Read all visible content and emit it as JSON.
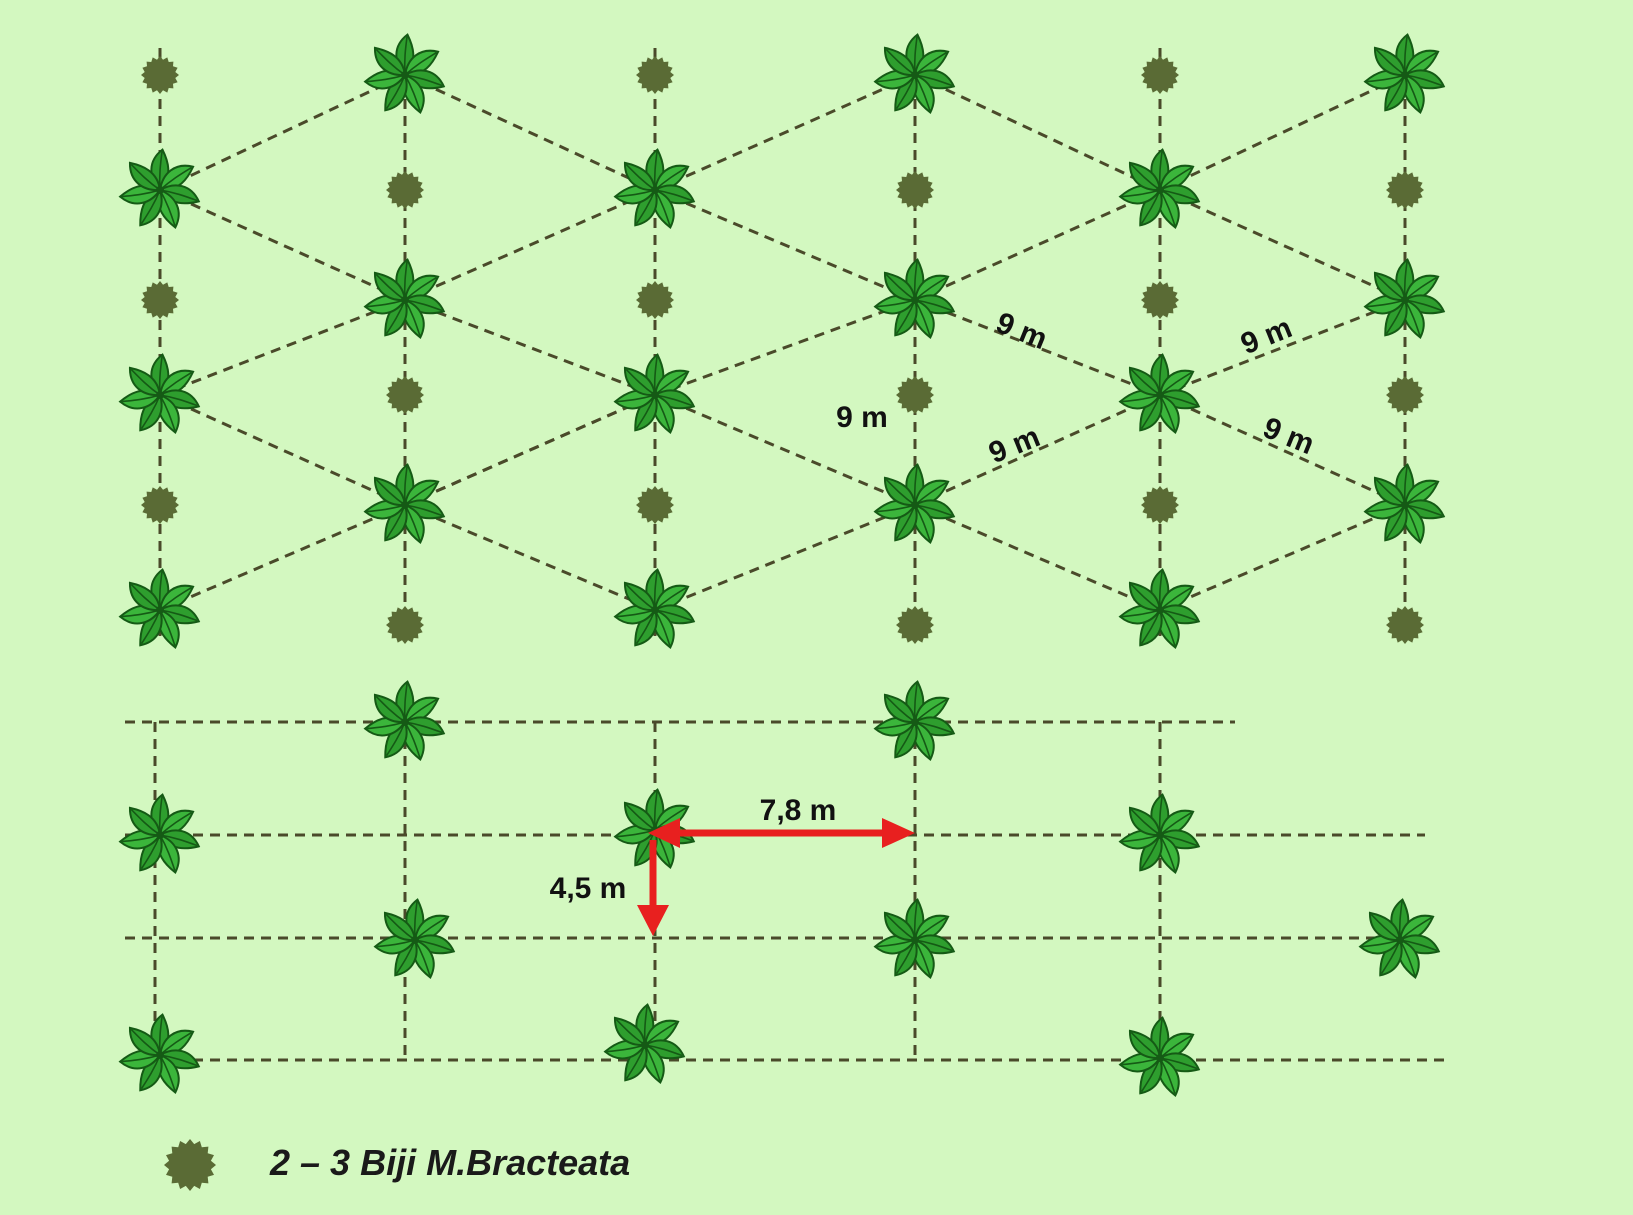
{
  "colors": {
    "background": "#d3f8c0",
    "grid_line": "#4a4a2a",
    "palm_leaf": "#2e9e2e",
    "palm_leaf_dark": "#155a15",
    "seed_marker": "#5a6b35",
    "arrow": "#e8201f"
  },
  "icons": {
    "palm": "palm-tree-icon",
    "seed": "seed-cluster-icon"
  },
  "triangle_layout": {
    "labels": {
      "side_upper_right": "9 m",
      "side_far_right_upper": "9 m",
      "vertical": "9 m",
      "side_lower_left": "9 m",
      "side_far_right_lower": "9 m"
    }
  },
  "square_layout": {
    "labels": {
      "horizontal": "7,8 m",
      "vertical": "4,5 m"
    }
  },
  "legend": {
    "text": "2 – 3 Biji M.Bracteata"
  }
}
